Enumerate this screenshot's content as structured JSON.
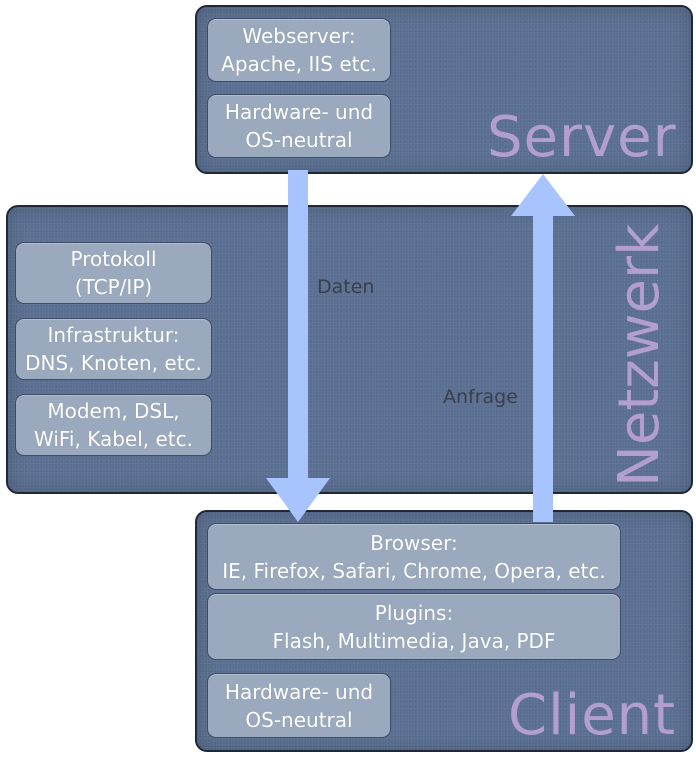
{
  "server": {
    "title": "Server",
    "boxes": [
      "Webserver:\nApache, IIS etc.",
      "Hardware- und\nOS-neutral"
    ]
  },
  "network": {
    "title": "Netzwerk",
    "boxes": [
      "Protokoll\n(TCP/IP)",
      "Infrastruktur:\nDNS, Knoten, etc.",
      "Modem, DSL,\nWiFi, Kabel, etc."
    ]
  },
  "client": {
    "title": "Client",
    "boxes": [
      "Browser:\nIE, Firefox, Safari, Chrome, Opera, etc.",
      "Plugins:\nFlash, Multimedia, Java, PDF",
      "Hardware- und\nOS-neutral"
    ]
  },
  "flows": {
    "down_label": "Daten",
    "up_label": "Anfrage"
  },
  "colors": {
    "panel": "#5a6f91",
    "box": "#9aa9bd",
    "arrow": "#a8c4ff",
    "title": "#b39fcf"
  }
}
